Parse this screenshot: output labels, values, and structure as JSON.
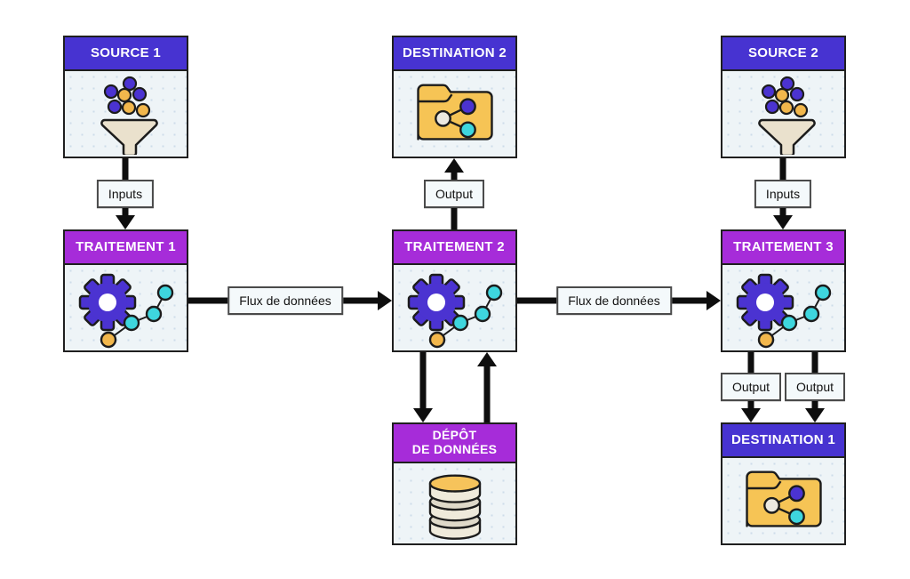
{
  "diagram": {
    "language": "fr",
    "description": "Data pipeline flow diagram"
  },
  "colors": {
    "source_header": "#4733D1",
    "process_header": "#A62CD9",
    "body_bg": "#EEF4F7",
    "node_border": "#1F1F1F",
    "arrow": "#0E0E0E",
    "label_bg": "#F4F9FB",
    "indigo": "#4B33D1",
    "cyan": "#3ED6DE",
    "orange": "#F2B74C",
    "beige": "#EAE1CD",
    "folder": "#F6C455"
  },
  "nodes": {
    "source1": {
      "label": "SOURCE 1",
      "icon": "funnel-icon",
      "type": "source"
    },
    "destination2": {
      "label": "DESTINATION 2",
      "icon": "folder-share-icon",
      "type": "destination"
    },
    "source2": {
      "label": "SOURCE 2",
      "icon": "funnel-icon",
      "type": "source"
    },
    "traitement1": {
      "label": "TRAITEMENT 1",
      "icon": "gear-chart-icon",
      "type": "process"
    },
    "traitement2": {
      "label": "TRAITEMENT 2",
      "icon": "gear-chart-icon",
      "type": "process"
    },
    "traitement3": {
      "label": "TRAITEMENT 3",
      "icon": "gear-chart-icon",
      "type": "process"
    },
    "depot": {
      "label": "DÉPÔT\nDE DONNÉES",
      "icon": "database-icon",
      "type": "process"
    },
    "destination1": {
      "label": "DESTINATION 1",
      "icon": "folder-share-icon",
      "type": "destination"
    }
  },
  "edge_labels": {
    "inputs_left": "Inputs",
    "output_top": "Output",
    "inputs_right": "Inputs",
    "flux_left": "Flux de données",
    "flux_right": "Flux de données",
    "output_bottom_left": "Output",
    "output_bottom_right": "Output"
  },
  "edges": [
    {
      "from": "source1",
      "to": "traitement1",
      "label": "Inputs"
    },
    {
      "from": "traitement1",
      "to": "traitement2",
      "label": "Flux de données"
    },
    {
      "from": "traitement2",
      "to": "destination2",
      "label": "Output"
    },
    {
      "from": "traitement2",
      "to": "depot",
      "label": ""
    },
    {
      "from": "depot",
      "to": "traitement2",
      "label": ""
    },
    {
      "from": "traitement2",
      "to": "traitement3",
      "label": "Flux de données"
    },
    {
      "from": "source2",
      "to": "traitement3",
      "label": "Inputs"
    },
    {
      "from": "traitement3",
      "to": "destination1",
      "label": "Output"
    },
    {
      "from": "traitement3",
      "to": "destination1",
      "label": "Output"
    }
  ]
}
